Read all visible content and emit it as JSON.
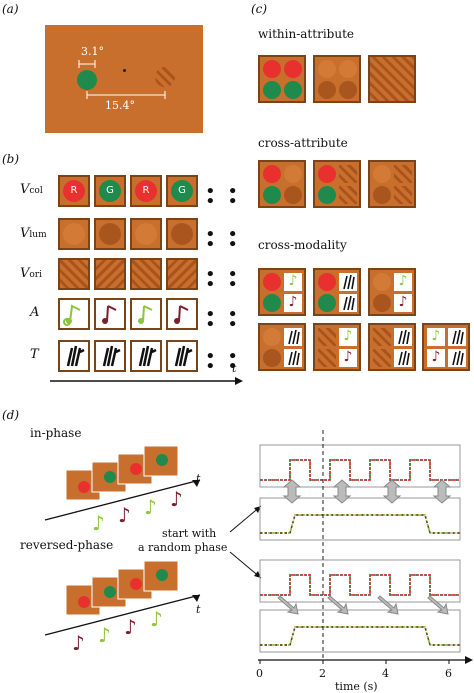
{
  "panel_labels": {
    "a": "(a)",
    "b": "(b)",
    "c": "(c)",
    "d": "(d)"
  },
  "panel_a": {
    "small_label": "3.1°",
    "big_label": "15.4°"
  },
  "panel_b": {
    "rows": [
      {
        "label": "V",
        "sub": "col"
      },
      {
        "label": "V",
        "sub": "lum"
      },
      {
        "label": "V",
        "sub": "ori"
      },
      {
        "label": "A",
        "sub": ""
      },
      {
        "label": "T",
        "sub": ""
      }
    ],
    "color_letters": [
      "R",
      "G",
      "R",
      "G"
    ],
    "time_axis_label": "t",
    "ellipsis": "• • • •"
  },
  "panel_c": {
    "within": "within-attribute",
    "cross": "cross-attribute",
    "modality": "cross-modality"
  },
  "panel_d": {
    "in_phase": "in-phase",
    "reversed_phase": "reversed-phase",
    "start_note_line1": "start with",
    "start_note_line2": "a random phase",
    "t_label": "t",
    "x_ticks": [
      "0",
      "2",
      "4",
      "6"
    ],
    "x_label": "time (s)"
  },
  "colors": {
    "orange": "#c96f2e",
    "brown": "#7a4418",
    "red": "#e8312e",
    "green": "#1f8a4c",
    "lightgreen": "#8cc63f",
    "darkred": "#7b1f2a"
  }
}
